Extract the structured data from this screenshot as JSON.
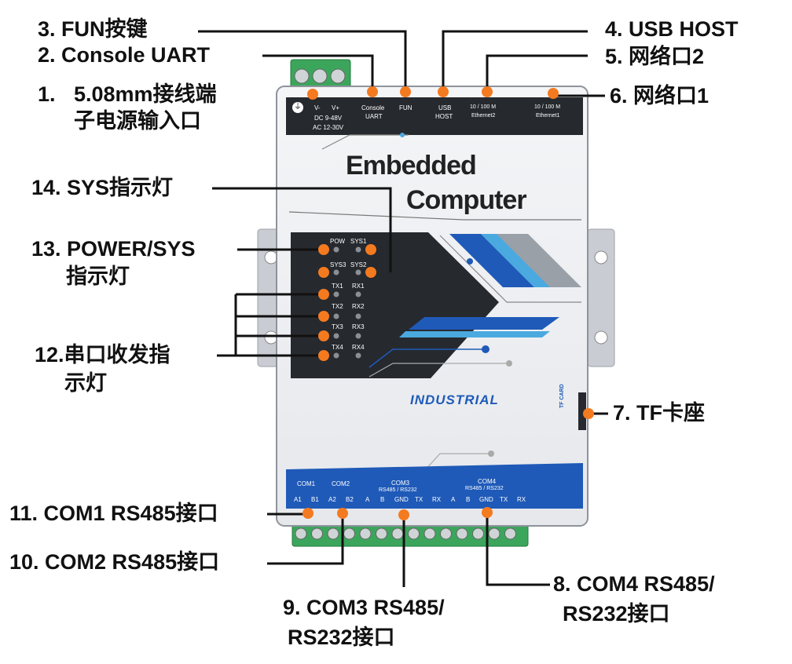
{
  "labels": {
    "l1": "1.",
    "l1a": "5.08mm接线端",
    "l1b": "子电源输入口",
    "l2": "2.  Console UART",
    "l3": "3.  FUN按键",
    "l4": "4. USB HOST",
    "l5": "5. 网络口2",
    "l6": "6. 网络口1",
    "l7": "7. TF卡座",
    "l8a": "8. COM4 RS485/",
    "l8b": "RS232接口",
    "l9a": "9. COM3 RS485/",
    "l9b": "RS232接口",
    "l10": "10. COM2 RS485接口",
    "l11": "11. COM1 RS485接口",
    "l12a": "12.串口收发指",
    "l12b": "示灯",
    "l13a": "13. POWER/SYS",
    "l13b": "指示灯",
    "l14": "14. SYS指示灯"
  },
  "device": {
    "title1": "Embedded",
    "title2": "Computer",
    "industrial": "INDUSTRIAL",
    "tf_card": "TF CARD",
    "top": {
      "v_minus": "V-",
      "v_plus": "V+",
      "dc": "DC 9-48V",
      "ac": "AC 12-30V",
      "console1": "Console",
      "console2": "UART",
      "fun": "FUN",
      "usb1": "USB",
      "usb2": "HOST",
      "eth2a": "10 / 100 M",
      "eth2b": "Ethernet2",
      "eth1a": "10 / 100 M",
      "eth1b": "Ethernet1"
    },
    "leds": {
      "pow": "POW",
      "sys1": "SYS1",
      "sys3": "SYS3",
      "sys2": "SYS2",
      "tx1": "TX1",
      "rx1": "RX1",
      "tx2": "TX2",
      "rx2": "RX2",
      "tx3": "TX3",
      "rx3": "RX3",
      "tx4": "TX4",
      "rx4": "RX4"
    },
    "bottom": {
      "com1": "COM1",
      "com2": "COM2",
      "com3": "COM3",
      "com4": "COM4",
      "rs3": "RS485 / RS232",
      "rs4": "RS485 / RS232",
      "a1": "A1",
      "b1": "B1",
      "a2": "A2",
      "b2": "B2",
      "c3a": "A",
      "c3b": "B",
      "c3gnd": "GND",
      "c3tx": "TX",
      "c3rx": "RX",
      "c4a": "A",
      "c4b": "B",
      "c4gnd": "GND",
      "c4tx": "TX",
      "c4rx": "RX"
    }
  },
  "colors": {
    "marker": "#f47a20",
    "blue": "#1f5ab8",
    "light_blue": "#4aa9df",
    "dark_panel": "#26292e",
    "green_terminal": "#3ca55c"
  }
}
